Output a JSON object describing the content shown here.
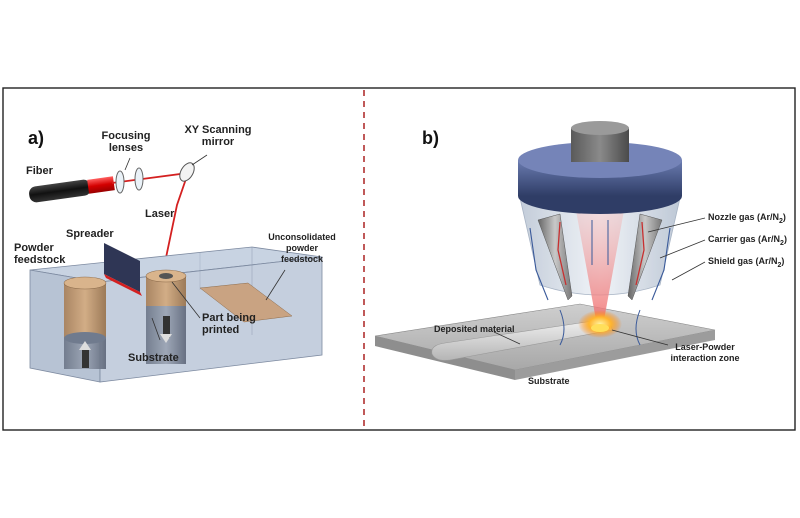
{
  "panel_a": {
    "tag": "a)",
    "labels": {
      "fiber": "Fiber",
      "focusing_lenses_1": "Focusing",
      "focusing_lenses_2": "lenses",
      "xy_mirror_1": "XY Scanning",
      "xy_mirror_2": "mirror",
      "laser": "Laser",
      "spreader": "Spreader",
      "powder_feedstock_1": "Powder",
      "powder_feedstock_2": "feedstock",
      "unconsolidated_1": "Unconsolidated",
      "unconsolidated_2": "powder",
      "unconsolidated_3": "feedstock",
      "part_printed_1": "Part being",
      "part_printed_2": "printed",
      "substrate": "Substrate"
    }
  },
  "panel_b": {
    "tag": "b)",
    "labels": {
      "nozzle_gas": "Nozzle gas (Ar/N",
      "carrier_gas": "Carrier gas (Ar/N",
      "shield_gas": "Shield gas (Ar/N",
      "gas_sub": "2",
      "gas_close": ")",
      "deposited": "Deposited material",
      "laser_powder_1": "Laser-Powder",
      "laser_powder_2": "interaction zone",
      "substrate": "Substrate"
    }
  },
  "colors": {
    "frame": "#222222",
    "divider": "#b03030",
    "laser": "#d42020",
    "box_fill": "#b9c6d6",
    "powder": "#c9a27a",
    "nozzle_top": "#3e4f7c",
    "nozzle_body": "#cfd8e4",
    "substrate_plate": "#a9a9a9"
  }
}
